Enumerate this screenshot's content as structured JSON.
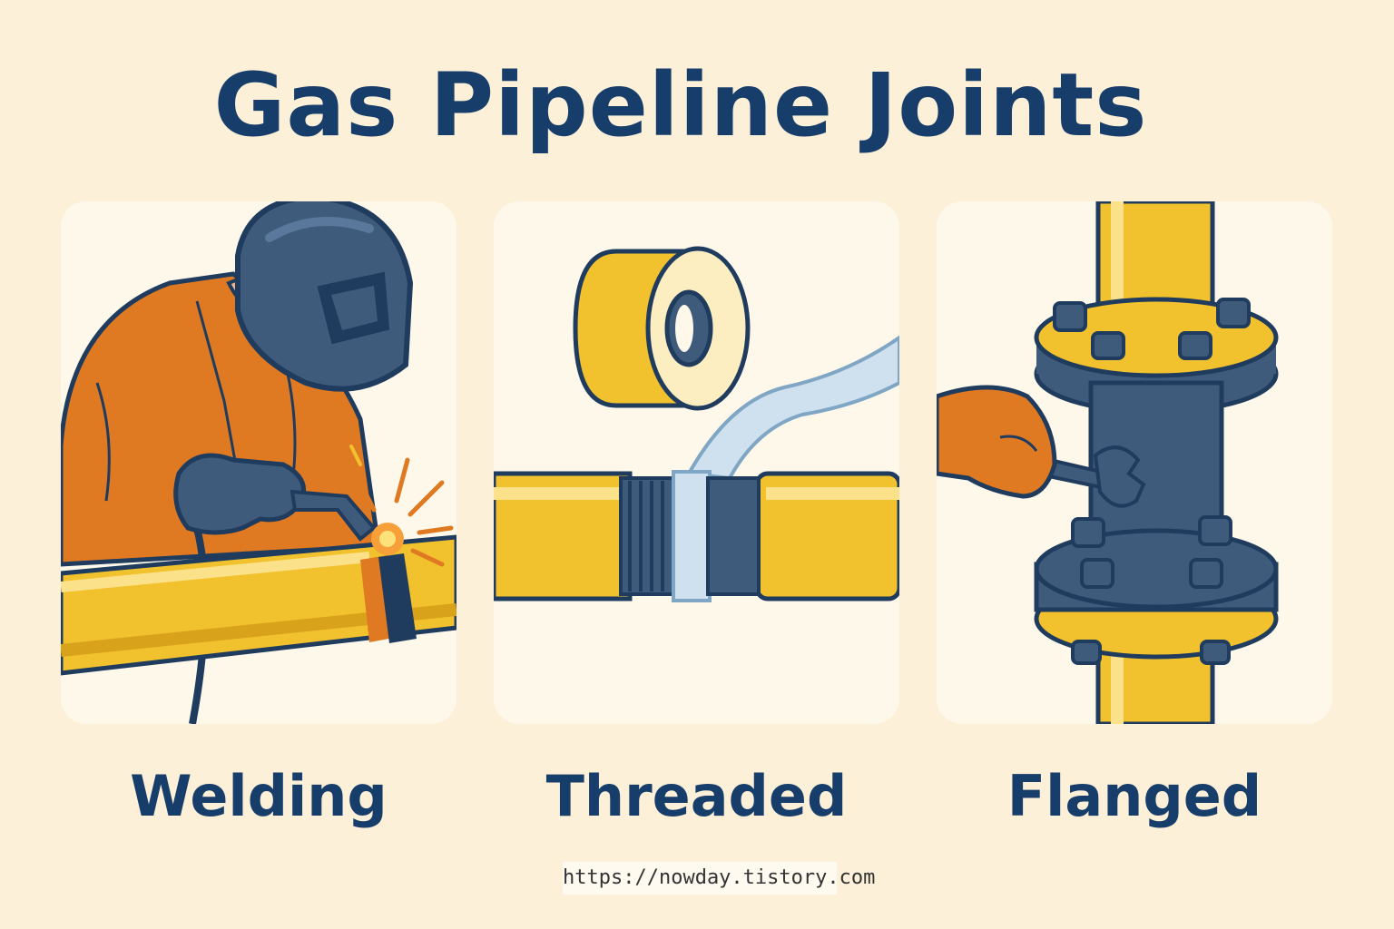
{
  "title": "Gas Pipeline Joints",
  "panels": [
    {
      "label": "Welding",
      "illustration": "welder-icon"
    },
    {
      "label": "Threaded",
      "illustration": "thread-tape-icon"
    },
    {
      "label": "Flanged",
      "illustration": "flange-icon"
    }
  ],
  "footer": {
    "url": "https://nowday.tistory.com"
  },
  "colors": {
    "background": "#fdf0d8",
    "panel": "#fef8ea",
    "title": "#173d6a",
    "pipe": "#f2c12e",
    "outline": "#1f3b5e",
    "steel": "#3f5b7c",
    "orange": "#e07a22"
  }
}
